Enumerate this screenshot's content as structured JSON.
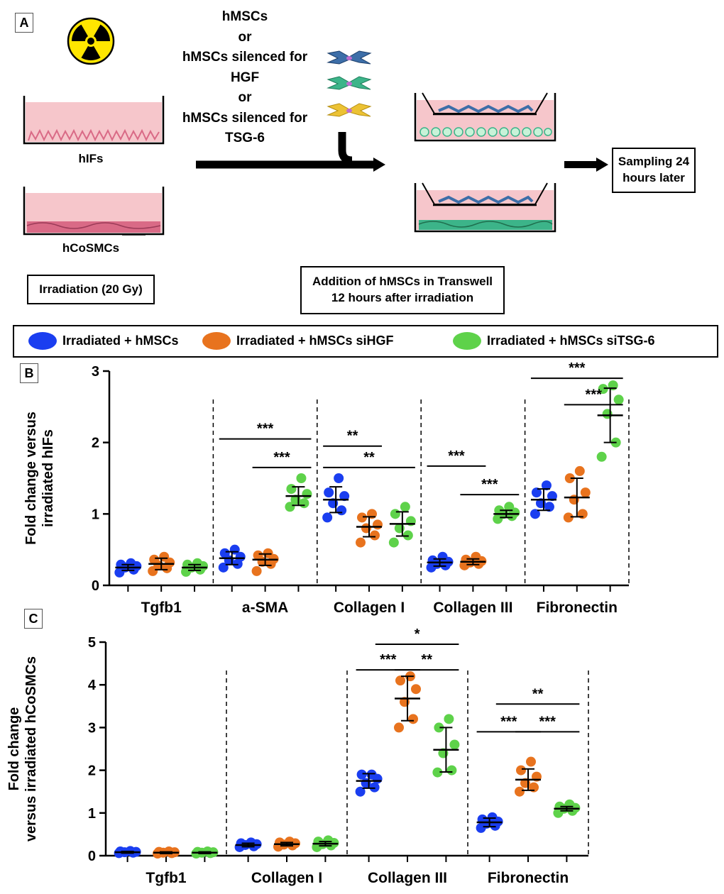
{
  "panel_a": {
    "letter": "A",
    "cells_top": "hIFs",
    "cells_bottom": "hCoSMCs",
    "irradiation": "Irradiation (20 Gy)",
    "treatment_lines": [
      "hMSCs",
      "or",
      "hMSCs silenced for",
      "HGF",
      "or",
      "hMSCs silenced for",
      "TSG-6"
    ],
    "addition_line1": "Addition of hMSCs in Transwell",
    "addition_line2": "12 hours after irradiation",
    "sampling_line1": "Sampling 24",
    "sampling_line2": "hours later",
    "colors": {
      "medium": "#f6c6cb",
      "cell_red": "#d96a86",
      "hmsc_blue": "#3d6ea8",
      "hmsc_green": "#3cb489",
      "hmsc_yellow": "#ecc234",
      "hazard_yellow": "#ffe600"
    }
  },
  "legend": {
    "items": [
      {
        "label": "Irradiated + hMSCs",
        "color": "#1a3ef0"
      },
      {
        "label": "Irradiated + hMSCs siHGF",
        "color": "#e8731e"
      },
      {
        "label": "Irradiated + hMSCs siTSG-6",
        "color": "#5ed24a"
      }
    ]
  },
  "chart_data": [
    {
      "type": "scatter",
      "panel": "B",
      "ylabel": "Fold change versus irradiated hIFs",
      "ylim": [
        0,
        3
      ],
      "yticks": [
        0,
        1,
        2,
        3
      ],
      "categories": [
        "Tgfb1",
        "a-SMA",
        "Collagen I",
        "Collagen III",
        "Fibronectin"
      ],
      "groups": [
        {
          "category": "Tgfb1",
          "series": 0,
          "mean": 0.25,
          "sd": 0.04,
          "points": [
            0.18,
            0.22,
            0.25,
            0.27,
            0.29,
            0.31
          ]
        },
        {
          "category": "Tgfb1",
          "series": 1,
          "mean": 0.3,
          "sd": 0.08,
          "points": [
            0.2,
            0.24,
            0.28,
            0.32,
            0.36,
            0.4
          ]
        },
        {
          "category": "Tgfb1",
          "series": 2,
          "mean": 0.25,
          "sd": 0.04,
          "points": [
            0.19,
            0.22,
            0.25,
            0.27,
            0.29,
            0.31
          ]
        },
        {
          "category": "a-SMA",
          "series": 0,
          "mean": 0.38,
          "sd": 0.09,
          "points": [
            0.25,
            0.3,
            0.35,
            0.4,
            0.45,
            0.5
          ]
        },
        {
          "category": "a-SMA",
          "series": 1,
          "mean": 0.36,
          "sd": 0.08,
          "points": [
            0.2,
            0.3,
            0.33,
            0.37,
            0.42,
            0.45
          ]
        },
        {
          "category": "a-SMA",
          "series": 2,
          "mean": 1.25,
          "sd": 0.13,
          "points": [
            1.1,
            1.15,
            1.2,
            1.28,
            1.35,
            1.5
          ]
        },
        {
          "category": "Collagen I",
          "series": 0,
          "mean": 1.2,
          "sd": 0.18,
          "points": [
            0.95,
            1.05,
            1.15,
            1.25,
            1.3,
            1.5
          ]
        },
        {
          "category": "Collagen I",
          "series": 1,
          "mean": 0.82,
          "sd": 0.14,
          "points": [
            0.6,
            0.7,
            0.8,
            0.85,
            0.95,
            1.0
          ]
        },
        {
          "category": "Collagen I",
          "series": 2,
          "mean": 0.86,
          "sd": 0.17,
          "points": [
            0.6,
            0.7,
            0.8,
            0.9,
            1.0,
            1.1
          ]
        },
        {
          "category": "Collagen III",
          "series": 0,
          "mean": 0.32,
          "sd": 0.05,
          "points": [
            0.25,
            0.28,
            0.3,
            0.33,
            0.35,
            0.4
          ]
        },
        {
          "category": "Collagen III",
          "series": 1,
          "mean": 0.33,
          "sd": 0.04,
          "points": [
            0.28,
            0.3,
            0.32,
            0.34,
            0.36,
            0.4
          ]
        },
        {
          "category": "Collagen III",
          "series": 2,
          "mean": 1.0,
          "sd": 0.05,
          "points": [
            0.93,
            0.97,
            1.0,
            1.02,
            1.05,
            1.1
          ]
        },
        {
          "category": "Fibronectin",
          "series": 0,
          "mean": 1.2,
          "sd": 0.15,
          "points": [
            1.0,
            1.1,
            1.15,
            1.25,
            1.3,
            1.4
          ]
        },
        {
          "category": "Fibronectin",
          "series": 1,
          "mean": 1.23,
          "sd": 0.27,
          "points": [
            0.95,
            1.0,
            1.2,
            1.3,
            1.5,
            1.6
          ]
        },
        {
          "category": "Fibronectin",
          "series": 2,
          "mean": 2.38,
          "sd": 0.38,
          "points": [
            1.8,
            2.0,
            2.4,
            2.6,
            2.75,
            2.8
          ]
        }
      ],
      "annotations": [
        {
          "label": "***",
          "category": "a-SMA",
          "from": 0,
          "to": 2,
          "y": 2.05
        },
        {
          "label": "***",
          "category": "a-SMA",
          "from": 1,
          "to": 2,
          "y": 1.65
        },
        {
          "label": "**",
          "category": "Collagen I",
          "from": 0,
          "to": 1,
          "y": 1.95
        },
        {
          "label": "**",
          "category": "Collagen I",
          "from": 0,
          "to": 2,
          "y": 1.65
        },
        {
          "label": "***",
          "category": "Collagen III",
          "from": 0,
          "to": 1,
          "y": 1.67
        },
        {
          "label": "***",
          "category": "Collagen III",
          "from": 1,
          "to": 2,
          "y": 1.27
        },
        {
          "label": "***",
          "category": "Fibronectin",
          "from": 0,
          "to": 2,
          "y": 2.9
        },
        {
          "label": "***",
          "category": "Fibronectin",
          "from": 1,
          "to": 2,
          "y": 2.53
        }
      ]
    },
    {
      "type": "scatter",
      "panel": "C",
      "ylabel": "Fold change versus irradiated hCoSMCs",
      "ylim": [
        0,
        5
      ],
      "yticks": [
        0,
        1,
        2,
        3,
        4,
        5
      ],
      "categories": [
        "Tgfb1",
        "Collagen I",
        "Collagen III",
        "Fibronectin"
      ],
      "groups": [
        {
          "category": "Tgfb1",
          "series": 0,
          "mean": 0.08,
          "sd": 0.02,
          "points": [
            0.06,
            0.07,
            0.08,
            0.09,
            0.1,
            0.11
          ]
        },
        {
          "category": "Tgfb1",
          "series": 1,
          "mean": 0.07,
          "sd": 0.02,
          "points": [
            0.05,
            0.06,
            0.07,
            0.08,
            0.09,
            0.1
          ]
        },
        {
          "category": "Tgfb1",
          "series": 2,
          "mean": 0.07,
          "sd": 0.02,
          "points": [
            0.05,
            0.06,
            0.07,
            0.08,
            0.09,
            0.1
          ]
        },
        {
          "category": "Collagen I",
          "series": 0,
          "mean": 0.25,
          "sd": 0.04,
          "points": [
            0.2,
            0.22,
            0.25,
            0.27,
            0.29,
            0.31
          ]
        },
        {
          "category": "Collagen I",
          "series": 1,
          "mean": 0.27,
          "sd": 0.04,
          "points": [
            0.21,
            0.24,
            0.26,
            0.29,
            0.31,
            0.33
          ]
        },
        {
          "category": "Collagen I",
          "series": 2,
          "mean": 0.28,
          "sd": 0.05,
          "points": [
            0.2,
            0.24,
            0.27,
            0.3,
            0.33,
            0.36
          ]
        },
        {
          "category": "Collagen III",
          "series": 0,
          "mean": 1.75,
          "sd": 0.17,
          "points": [
            1.5,
            1.6,
            1.7,
            1.8,
            1.9,
            1.9
          ]
        },
        {
          "category": "Collagen III",
          "series": 1,
          "mean": 3.68,
          "sd": 0.52,
          "points": [
            3.0,
            3.2,
            3.6,
            3.9,
            4.1,
            4.2
          ]
        },
        {
          "category": "Collagen III",
          "series": 2,
          "mean": 2.48,
          "sd": 0.52,
          "points": [
            1.95,
            2.0,
            2.4,
            2.6,
            3.0,
            3.2
          ]
        },
        {
          "category": "Fibronectin",
          "series": 0,
          "mean": 0.78,
          "sd": 0.1,
          "points": [
            0.65,
            0.7,
            0.75,
            0.8,
            0.85,
            0.9
          ]
        },
        {
          "category": "Fibronectin",
          "series": 1,
          "mean": 1.78,
          "sd": 0.25,
          "points": [
            1.5,
            1.6,
            1.7,
            1.85,
            2.0,
            2.2
          ]
        },
        {
          "category": "Fibronectin",
          "series": 2,
          "mean": 1.1,
          "sd": 0.05,
          "points": [
            1.0,
            1.05,
            1.1,
            1.12,
            1.15,
            1.2
          ]
        }
      ],
      "annotations": [
        {
          "label": "*",
          "category": "Collagen III",
          "from": 0.5,
          "to": 2,
          "y": 4.95
        },
        {
          "label": "***",
          "category": "Collagen III",
          "from": 0,
          "to": 1,
          "y": 4.35
        },
        {
          "label": "**",
          "category": "Collagen III",
          "from": 1,
          "to": 2,
          "y": 4.35
        },
        {
          "label": "**",
          "category": "Fibronectin",
          "from": 0.5,
          "to": 2,
          "y": 3.55
        },
        {
          "label": "***",
          "category": "Fibronectin",
          "from": 0,
          "to": 1,
          "y": 2.9
        },
        {
          "label": "***",
          "category": "Fibronectin",
          "from": 1,
          "to": 2,
          "y": 2.9
        }
      ]
    }
  ]
}
